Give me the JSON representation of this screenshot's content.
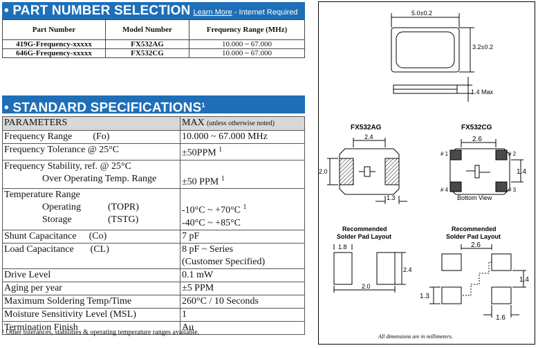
{
  "part_number_section": {
    "title": "• PART NUMBER SELECTION",
    "link_text": "Learn More",
    "link_suffix": " - Internet Required",
    "headers": [
      "Part Number",
      "Model Number",
      "Frequency Range (MHz)"
    ],
    "rows": [
      [
        "419G-Frequency-xxxxx",
        "FX532AG",
        "10.000 ~ 67.000"
      ],
      [
        "646G-Frequency-xxxxx",
        "FX532CG",
        "10.000 ~ 67.000"
      ]
    ]
  },
  "spec_section": {
    "title": "• STANDARD SPECIFICATIONS",
    "title_sup": "1",
    "header_left": "PARAMETERS",
    "header_right": "MAX",
    "header_right_note": "(unless otherwise noted)",
    "freq_range": {
      "label": "Frequency Range",
      "symbol": "(Fo)",
      "value": "10.000 ~ 67.000 MHz"
    },
    "freq_tolerance": {
      "label": "Frequency Tolerance @ 25°C",
      "value": "±50PPM",
      "sup": "1"
    },
    "freq_stability": {
      "label": "Frequency Stability,   ref. @ 25°C",
      "sub_label": "Over Operating Temp. Range",
      "value": "±50 PPM",
      "sup": "1"
    },
    "temp_range": {
      "label": "Temperature Range",
      "operating_label": "Operating",
      "operating_symbol": "(TOPR)",
      "operating_value": "-10°C ~ +70°C",
      "operating_sup": "1",
      "storage_label": "Storage",
      "storage_symbol": "(TSTG)",
      "storage_value": "-40°C ~ +85°C"
    },
    "shunt_cap": {
      "label": "Shunt Capacitance",
      "symbol": "(Co)",
      "value": "7 pF"
    },
    "load_cap": {
      "label": "Load Capacitance",
      "symbol": "(CL)",
      "value": "8 pF ~ Series",
      "value2": "(Customer Specified)"
    },
    "drive_level": {
      "label": "Drive Level",
      "value": "0.1 mW"
    },
    "aging": {
      "label": "Aging per year",
      "value": "±5 PPM"
    },
    "soldering": {
      "label": "Maximum Soldering Temp/Time",
      "value": "260°C / 10 Seconds"
    },
    "msl": {
      "label": "Moisture Sensitivity Level (MSL)",
      "value": "1"
    },
    "termination": {
      "label": "Termination Finish",
      "value": "Au"
    },
    "footnote": "¹ Other tolerances, stabilities & operating temperature ranges available."
  },
  "drawing": {
    "dim_length": "5.0±0.2",
    "dim_width": "3.2±0.2",
    "dim_height": "1.4 Max",
    "fx532ag_label": "FX532AG",
    "fx532cg_label": "FX532CG",
    "ag_pad_width": "2.4",
    "ag_height": "2.0",
    "ag_pad_gap": "1.3",
    "cg_pad_spacing": "2.6",
    "cg_height": "1.4",
    "pin1": "# 1",
    "pin2": "# 2",
    "pin3": "# 3",
    "pin4": "# 4",
    "bottom_view": "Bottom View",
    "rec_title_line1": "Recommended",
    "rec_title_line2": "Solder Pad Layout",
    "rec_left_w": "1.8",
    "rec_left_h": "2.4",
    "rec_left_span": "2.0",
    "rec_right_spacing": "2.6",
    "rec_right_h": "1.4",
    "rec_right_w": "1.6",
    "rec_right_gap": "1.3",
    "note": "All dimensions are in millimeters."
  }
}
